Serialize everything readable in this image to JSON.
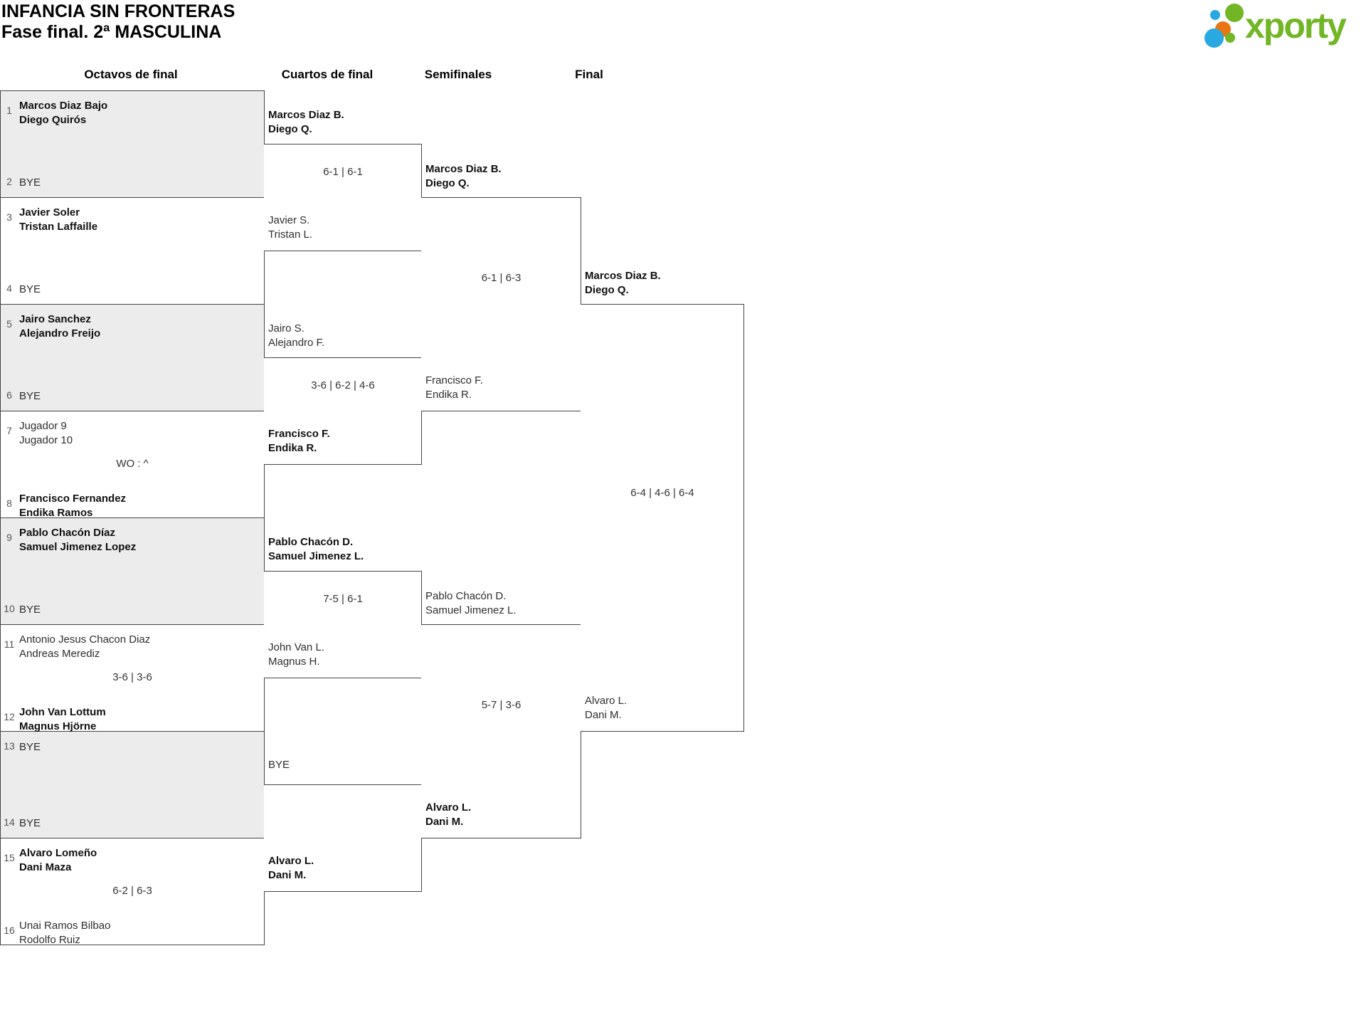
{
  "title": {
    "line1": "INFANCIA SIN FRONTERAS",
    "line2": "Fase final. 2ª MASCULINA"
  },
  "logo": {
    "brand": "xporty"
  },
  "logo_colors": {
    "green": "#72b626",
    "blue": "#29a9e1",
    "orange": "#e87511"
  },
  "round_headers": {
    "r16": "Octavos de final",
    "qf": "Cuartos de final",
    "sf": "Semifinales",
    "final": "Final"
  },
  "r16_matches": [
    {
      "seed_top": "1",
      "top": [
        "Marcos Diaz Bajo",
        "Diego Quirós"
      ],
      "seed_bottom": "2",
      "bottom": [
        "BYE"
      ],
      "score": ""
    },
    {
      "seed_top": "3",
      "top": [
        "Javier Soler",
        "Tristan Laffaille"
      ],
      "seed_bottom": "4",
      "bottom": [
        "BYE"
      ],
      "score": ""
    },
    {
      "seed_top": "5",
      "top": [
        "Jairo Sanchez",
        "Alejandro Freijo"
      ],
      "seed_bottom": "6",
      "bottom": [
        "BYE"
      ],
      "score": ""
    },
    {
      "seed_top": "7",
      "top": [
        "Jugador 9",
        "Jugador 10"
      ],
      "seed_bottom": "8",
      "bottom": [
        "Francisco Fernandez",
        "Endika Ramos"
      ],
      "score": "WO : ^"
    },
    {
      "seed_top": "9",
      "top": [
        "Pablo Chacón Díaz",
        "Samuel Jimenez Lopez"
      ],
      "seed_bottom": "10",
      "bottom": [
        "BYE"
      ],
      "score": ""
    },
    {
      "seed_top": "11",
      "top": [
        "Antonio Jesus Chacon Diaz",
        "Andreas Merediz"
      ],
      "seed_bottom": "12",
      "bottom": [
        "John Van Lottum",
        "Magnus Hjörne"
      ],
      "score": "3-6 | 3-6"
    },
    {
      "seed_top": "13",
      "top": [
        "BYE"
      ],
      "seed_bottom": "14",
      "bottom": [
        "BYE"
      ],
      "score": ""
    },
    {
      "seed_top": "15",
      "top": [
        "Alvaro Lomeño",
        "Dani Maza"
      ],
      "seed_bottom": "16",
      "bottom": [
        "Unai Ramos Bilbao",
        "Rodolfo Ruiz"
      ],
      "score": "6-2 | 6-3"
    }
  ],
  "qf_matches": [
    {
      "top": [
        "Marcos Diaz B.",
        "Diego Q."
      ],
      "bottom": [
        "Javier S.",
        "Tristan L."
      ],
      "score": "6-1 | 6-1"
    },
    {
      "top": [
        "Jairo S.",
        "Alejandro F."
      ],
      "bottom": [
        "Francisco F.",
        "Endika R."
      ],
      "score": "3-6 | 6-2 | 4-6"
    },
    {
      "top": [
        "Pablo Chacón D.",
        "Samuel Jimenez L."
      ],
      "bottom": [
        "John Van L.",
        "Magnus H."
      ],
      "score": "7-5 | 6-1"
    },
    {
      "top": [
        "BYE"
      ],
      "bottom": [
        "Alvaro L.",
        "Dani M."
      ],
      "score": ""
    }
  ],
  "sf_matches": [
    {
      "top": [
        "Marcos Diaz B.",
        "Diego Q."
      ],
      "bottom": [
        "Francisco F.",
        "Endika R."
      ],
      "score": "6-1 | 6-3"
    },
    {
      "top": [
        "Pablo Chacón D.",
        "Samuel Jimenez L."
      ],
      "bottom": [
        "Alvaro L.",
        "Dani M."
      ],
      "score": "5-7 | 3-6"
    }
  ],
  "final_match": {
    "top": [
      "Marcos Diaz B.",
      "Diego Q."
    ],
    "bottom": [
      "Alvaro L.",
      "Dani M."
    ],
    "score": "6-4 | 4-6 | 6-4"
  }
}
